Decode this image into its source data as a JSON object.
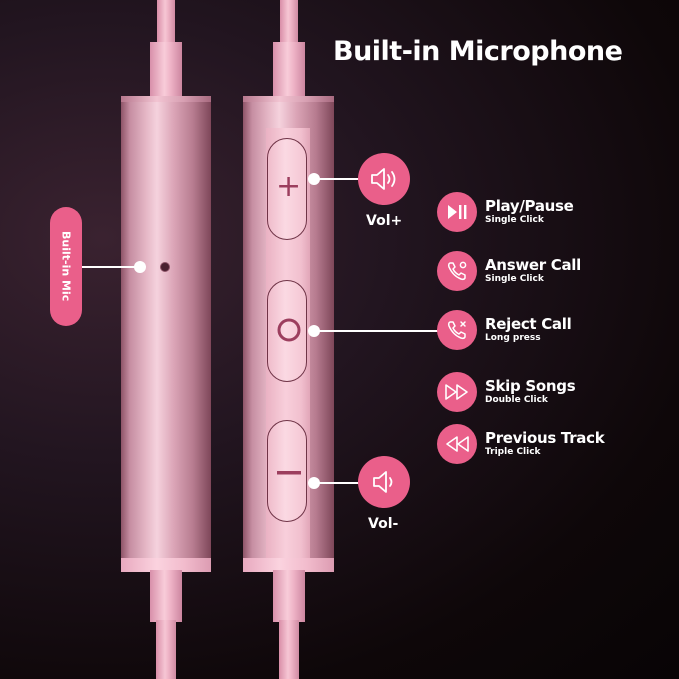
{
  "title": "Built-in Microphone",
  "mic_label": "Built-in Mic",
  "controls": {
    "plus_glyph": "+",
    "vol_up_label": "Vol+",
    "vol_down_label": "Vol-"
  },
  "features": [
    {
      "icon": "play-pause-icon",
      "title": "Play/Pause",
      "sub": "Single Click"
    },
    {
      "icon": "answer-call-icon",
      "title": "Answer Call",
      "sub": "Single Click"
    },
    {
      "icon": "reject-call-icon",
      "title": "Reject Call",
      "sub": "Long press"
    },
    {
      "icon": "skip-forward-icon",
      "title": "Skip Songs",
      "sub": "Double Click"
    },
    {
      "icon": "previous-track-icon",
      "title": "Previous Track",
      "sub": "Triple Click"
    }
  ],
  "colors": {
    "accent": "#ea5f8a",
    "background": "#0e0709",
    "device": "#f0b6c8"
  }
}
